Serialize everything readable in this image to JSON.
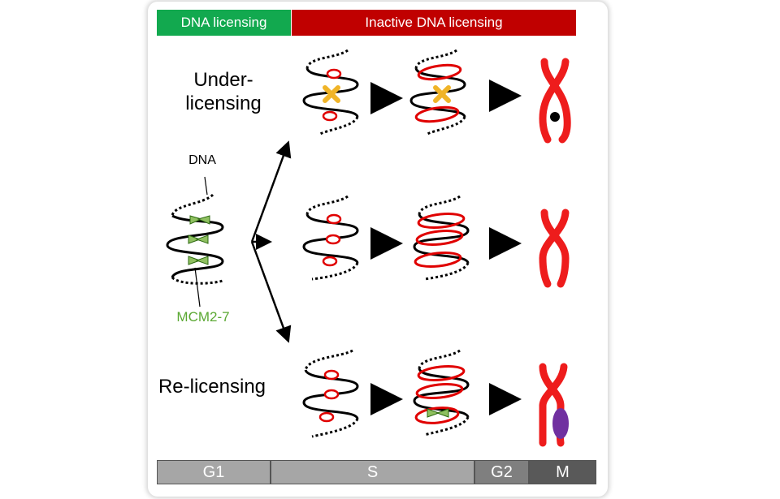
{
  "header": {
    "licensing": "DNA licensing",
    "inactive_licensing": "Inactive DNA licensing"
  },
  "rows": {
    "under": "Under-\nlicensing",
    "re": "Re-licensing"
  },
  "labels": {
    "dna": "DNA",
    "mcm": "MCM2-7"
  },
  "phases": [
    "G1",
    "S",
    "G2",
    "M"
  ],
  "colors": {
    "green_header": "#12a94f",
    "red_header": "#c00000",
    "replication_bubble": "#e00000",
    "chromosome": "#ee1c1c",
    "mcm": "#8fc060",
    "block_marker": "#f0b428",
    "cohesion_ring": "#7030a0"
  }
}
